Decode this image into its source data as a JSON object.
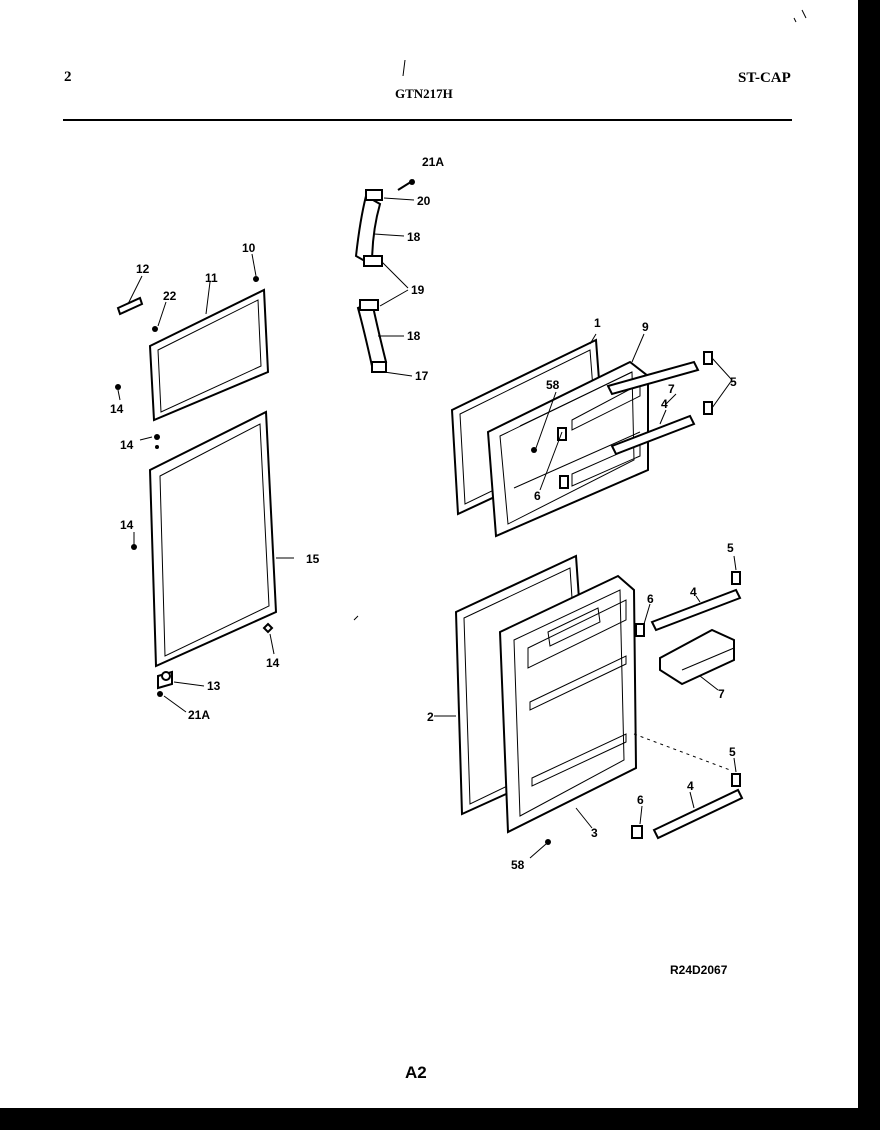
{
  "header": {
    "page_number": "2",
    "model": "GTN217H",
    "code": "ST-CAP"
  },
  "footer": {
    "reference": "R24D2067",
    "sheet": "A2"
  },
  "labels": {
    "l21a_top": "21A",
    "l20": "20",
    "l18_top": "18",
    "l19": "19",
    "l18_bottom": "18",
    "l17": "17",
    "l10": "10",
    "l12": "12",
    "l11": "11",
    "l22": "22",
    "l14_a": "14",
    "l14_b": "14",
    "l14_c": "14",
    "l14_d": "14",
    "l15": "15",
    "l13": "13",
    "l21a_bottom": "21A",
    "l1": "1",
    "l9": "9",
    "l58_top": "58",
    "l6_top": "6",
    "l7_top": "7",
    "l4_top": "4",
    "l5_top": "5",
    "l5_mid": "5",
    "l4_mid": "4",
    "l6_mid": "6",
    "l7_mid": "7",
    "l2": "2",
    "l3": "3",
    "l58_bottom": "58",
    "l5_bottom": "5",
    "l6_bottom": "6",
    "l4_bottom": "4"
  }
}
